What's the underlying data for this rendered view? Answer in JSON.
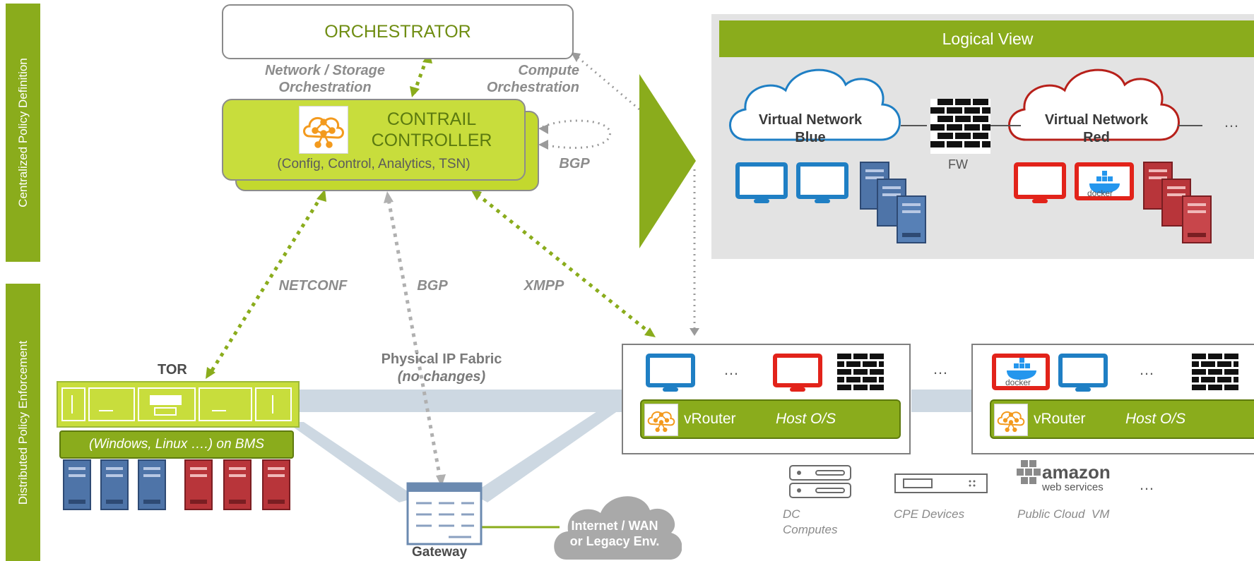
{
  "sidebar": {
    "top_label": "Centralized Policy Definition",
    "bottom_label": "Distributed Policy Enforcement"
  },
  "orchestrator": {
    "title": "ORCHESTRATOR"
  },
  "controller": {
    "title_line1": "CONTRAIL",
    "title_line2": "CONTROLLER",
    "subtitle": "(Config, Control, Analytics, TSN)"
  },
  "edges": {
    "network_storage_line1": "Network / Storage",
    "network_storage_line2": "Orchestration",
    "compute_line1": "Compute",
    "compute_line2": "Orchestration",
    "bgp_loop": "BGP",
    "netconf": "NETCONF",
    "bgp_gateway": "BGP",
    "xmpp": "XMPP"
  },
  "fabric": {
    "title_line1": "Physical IP Fabric",
    "title_line2": "(no changes)"
  },
  "tor": {
    "label": "TOR",
    "bms_label": "(Windows, Linux ….) on BMS"
  },
  "gateway": {
    "label": "Gateway",
    "internet_line1": "Internet / WAN",
    "internet_line2": "or Legacy Env."
  },
  "logical_view": {
    "title": "Logical View",
    "vn_blue_line1": "Virtual Network",
    "vn_blue_line2": "Blue",
    "vn_red_line1": "Virtual Network",
    "vn_red_line2": "Red",
    "fw_label": "FW",
    "ellipsis": "…",
    "docker": "docker"
  },
  "hosts": {
    "vrouter": "vRouter",
    "host_os": "Host O/S",
    "ellipsis": "…",
    "docker": "docker"
  },
  "devices": {
    "dc_line1": "DC",
    "dc_line2": "Computes",
    "cpe": "CPE Devices",
    "cloud_vm": "Public Cloud  VM",
    "amazon": "amazon",
    "webservices": "web services",
    "ellipsis": "…"
  },
  "colors": {
    "brand_green": "#8aac1c",
    "controller_green": "#c8dd3c",
    "blue": "#1f7fc4",
    "red": "#e2231a",
    "gray": "#8c8c8c"
  }
}
